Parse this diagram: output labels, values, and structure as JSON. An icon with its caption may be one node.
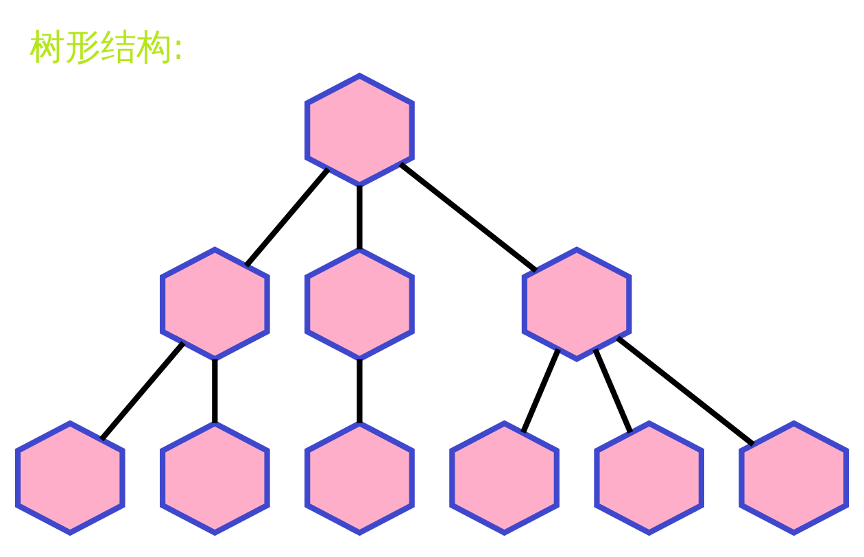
{
  "diagram": {
    "title": "树形结构:",
    "nodes": [
      {
        "text": [],
        "shape": "hexagon"
      },
      {
        "text": [],
        "shape": "hexagon"
      },
      {
        "text": [],
        "shape": "hexagon"
      },
      {
        "text": [],
        "shape": "hexagon"
      },
      {
        "text": [],
        "shape": "hexagon"
      },
      {
        "text": [],
        "shape": "hexagon"
      },
      {
        "text": [],
        "shape": "hexagon"
      },
      {
        "text": [],
        "shape": "hexagon"
      },
      {
        "text": [],
        "shape": "hexagon"
      },
      {
        "text": [],
        "shape": "hexagon"
      }
    ],
    "edges": [
      {
        "from": 0,
        "to": 1,
        "arrow": "none"
      },
      {
        "from": 0,
        "to": 2,
        "arrow": "none"
      },
      {
        "from": 0,
        "to": 3,
        "arrow": "none"
      },
      {
        "from": 1,
        "to": 4,
        "arrow": "none"
      },
      {
        "from": 1,
        "to": 5,
        "arrow": "none"
      },
      {
        "from": 2,
        "to": 6,
        "arrow": "none"
      },
      {
        "from": 3,
        "to": 7,
        "arrow": "none"
      },
      {
        "from": 3,
        "to": 8,
        "arrow": "none"
      },
      {
        "from": 3,
        "to": 9,
        "arrow": "none"
      }
    ]
  }
}
